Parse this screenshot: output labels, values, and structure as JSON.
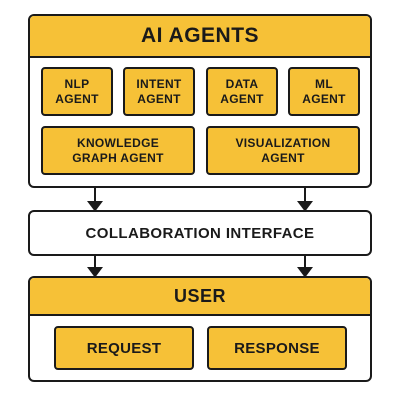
{
  "top": {
    "title": "AI AGENTS",
    "agents_row1": [
      "NLP\nAGENT",
      "INTENT\nAGENT",
      "DATA\nAGENT",
      "ML\nAGENT"
    ],
    "agents_row2": [
      "KNOWLEDGE\nGRAPH AGENT",
      "VISUALIZATION\nAGENT"
    ]
  },
  "collaboration": {
    "label": "COLLABORATION INTERFACE"
  },
  "user": {
    "title": "USER",
    "request": "REQUEST",
    "response": "RESPONSE"
  },
  "colors": {
    "accent": "#f6c137",
    "outline": "#1a1a1a",
    "background": "#ffffff"
  }
}
